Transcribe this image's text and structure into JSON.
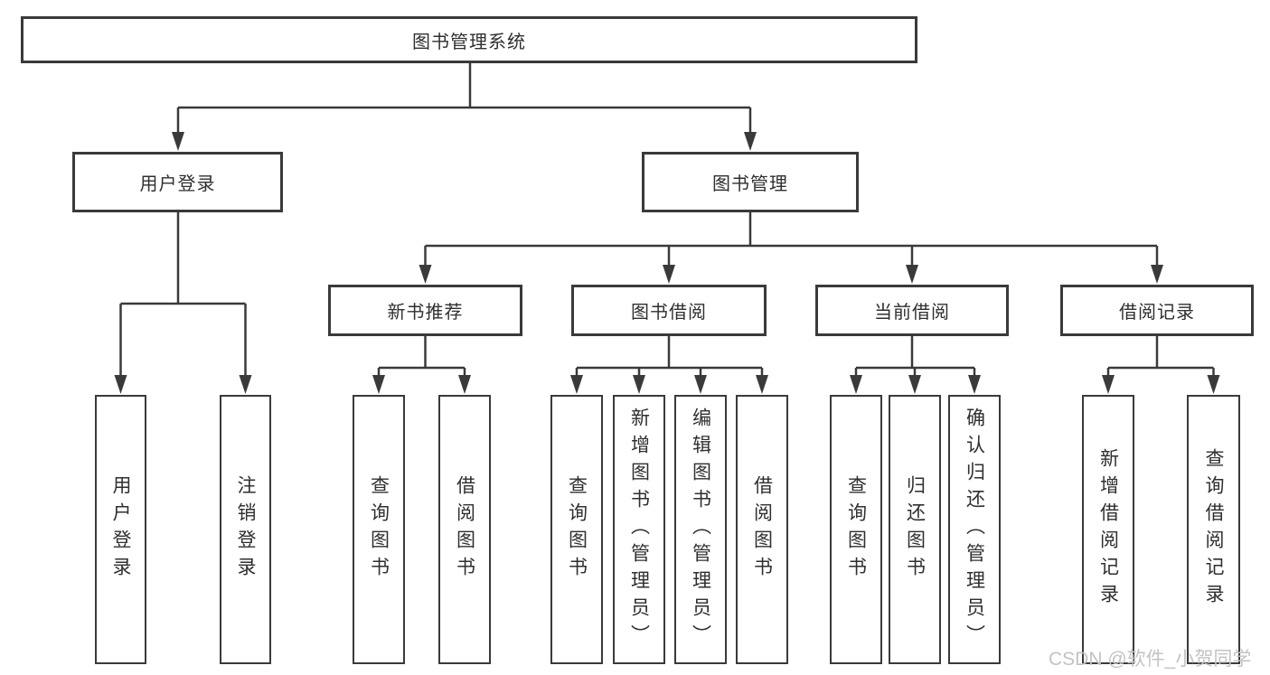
{
  "diagram": {
    "root": {
      "label": "图书管理系统"
    },
    "level2": [
      {
        "id": "user-login",
        "label": "用户登录"
      },
      {
        "id": "book-management",
        "label": "图书管理"
      }
    ],
    "level3": [
      {
        "id": "new-book-recommend",
        "label": "新书推荐"
      },
      {
        "id": "book-borrowing",
        "label": "图书借阅"
      },
      {
        "id": "current-borrowing",
        "label": "当前借阅"
      },
      {
        "id": "borrowing-records",
        "label": "借阅记录"
      }
    ],
    "leaves": [
      {
        "id": "user-login-leaf",
        "label": "用户登录"
      },
      {
        "id": "logout",
        "label": "注销登录"
      },
      {
        "id": "query-books-recommend",
        "label": "查询图书"
      },
      {
        "id": "borrow-books-recommend",
        "label": "借阅图书"
      },
      {
        "id": "query-books-borrow",
        "label": "查询图书"
      },
      {
        "id": "add-books-admin",
        "label": "新增图书（管理员）"
      },
      {
        "id": "edit-books-admin",
        "label": "编辑图书（管理员）"
      },
      {
        "id": "borrow-books",
        "label": "借阅图书"
      },
      {
        "id": "query-books-current",
        "label": "查询图书"
      },
      {
        "id": "return-books",
        "label": "归还图书"
      },
      {
        "id": "confirm-return-admin",
        "label": "确认归还（管理员）"
      },
      {
        "id": "add-borrow-record",
        "label": "新增借阅记录"
      },
      {
        "id": "query-borrow-record",
        "label": "查询借阅记录"
      }
    ]
  },
  "watermark": {
    "text": "CSDN @软件_小贺同学"
  },
  "colors": {
    "line": "#3a3a3a",
    "text": "#2f2f2f",
    "background": "#ffffff",
    "watermark": "#c3c3c3"
  }
}
